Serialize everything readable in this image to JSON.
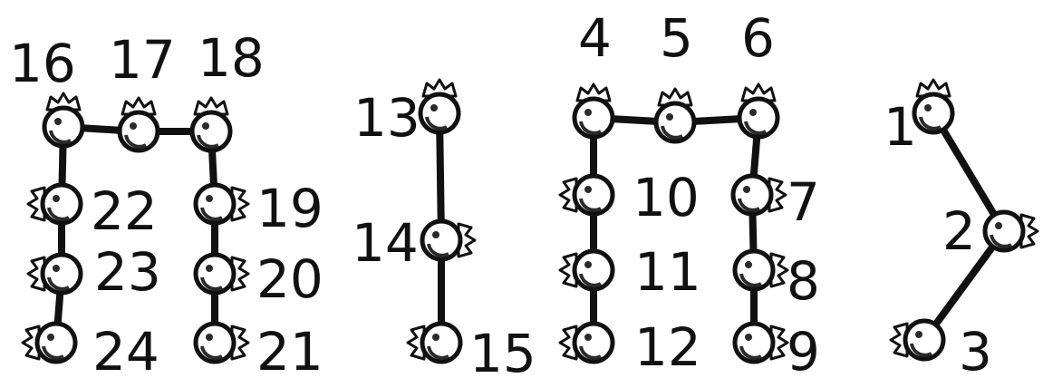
{
  "diagram": {
    "colors": {
      "ink": "#111111",
      "ball": "#ffffff",
      "shade": "#2a2a2a",
      "background": "#ffffff"
    },
    "nodes": [
      {
        "id": "1",
        "label": "1"
      },
      {
        "id": "2",
        "label": "2"
      },
      {
        "id": "3",
        "label": "3"
      },
      {
        "id": "4",
        "label": "4"
      },
      {
        "id": "5",
        "label": "5"
      },
      {
        "id": "6",
        "label": "6"
      },
      {
        "id": "7",
        "label": "7"
      },
      {
        "id": "8",
        "label": "8"
      },
      {
        "id": "9",
        "label": "9"
      },
      {
        "id": "10",
        "label": "10"
      },
      {
        "id": "11",
        "label": "11"
      },
      {
        "id": "12",
        "label": "12"
      },
      {
        "id": "13",
        "label": "13"
      },
      {
        "id": "14",
        "label": "14"
      },
      {
        "id": "15",
        "label": "15"
      },
      {
        "id": "16",
        "label": "16"
      },
      {
        "id": "17",
        "label": "17"
      },
      {
        "id": "18",
        "label": "18"
      },
      {
        "id": "19",
        "label": "19"
      },
      {
        "id": "20",
        "label": "20"
      },
      {
        "id": "21",
        "label": "21"
      },
      {
        "id": "22",
        "label": "22"
      },
      {
        "id": "23",
        "label": "23"
      },
      {
        "id": "24",
        "label": "24"
      }
    ],
    "edges": [
      [
        "1",
        "2"
      ],
      [
        "2",
        "3"
      ],
      [
        "4",
        "5"
      ],
      [
        "5",
        "6"
      ],
      [
        "6",
        "7"
      ],
      [
        "7",
        "8"
      ],
      [
        "8",
        "9"
      ],
      [
        "4",
        "10"
      ],
      [
        "10",
        "11"
      ],
      [
        "11",
        "12"
      ],
      [
        "13",
        "14"
      ],
      [
        "14",
        "15"
      ],
      [
        "16",
        "17"
      ],
      [
        "17",
        "18"
      ],
      [
        "18",
        "19"
      ],
      [
        "19",
        "20"
      ],
      [
        "20",
        "21"
      ],
      [
        "16",
        "22"
      ],
      [
        "22",
        "23"
      ],
      [
        "23",
        "24"
      ]
    ]
  }
}
